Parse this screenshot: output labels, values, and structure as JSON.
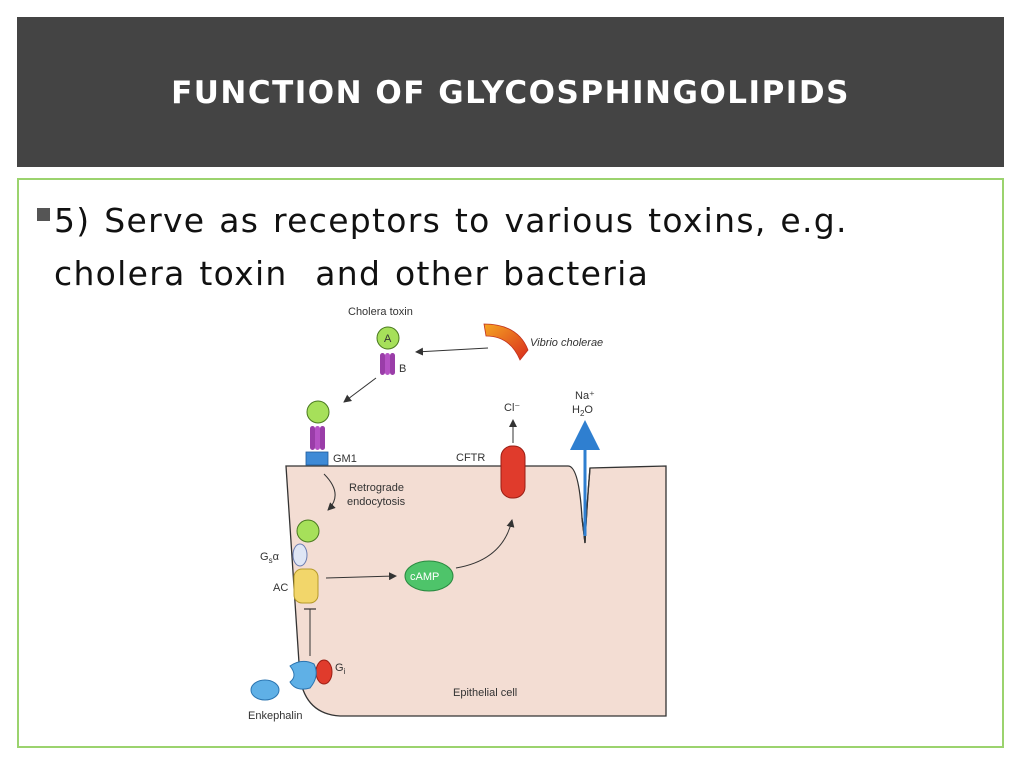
{
  "slide": {
    "title": "FUNCTION OF GLYCOSPHINGOLIPIDS",
    "bullet_line1": "5) Serve as receptors to various toxins, e.g.",
    "bullet_line2": "cholera toxin  and other bacteria"
  },
  "diagram": {
    "cholera_toxin": "Cholera toxin",
    "subunit_a": "A",
    "subunit_b": "B",
    "vibrio": "Vibrio cholerae",
    "gm1": "GM1",
    "retrograde_1": "Retrograde",
    "retrograde_2": "endocytosis",
    "gsa": "G",
    "gsa_sub": "s",
    "gsa_alpha": "α",
    "ac": "AC",
    "camp": "cAMP",
    "cftr": "CFTR",
    "chloride": "Cl⁻",
    "sodium": "Na⁺",
    "water_h": "H",
    "water_sub": "2",
    "water_o": "O",
    "gi": "G",
    "gi_sub": "i",
    "epithelial": "Epithelial cell",
    "enkephalin": "Enkephalin"
  },
  "colors": {
    "title_bg": "#444444",
    "frame_border": "#9bd36e",
    "cell_fill": "#f3ddd3",
    "toxin_green": "#a6e05a",
    "purple": "#9a3da8",
    "gm1_blue": "#3e8ad6",
    "cftr_red": "#e03b2c",
    "camp_green": "#4ec46a",
    "ac_yellow": "#f2d66a",
    "arrow_blue": "#2f7fd0"
  }
}
